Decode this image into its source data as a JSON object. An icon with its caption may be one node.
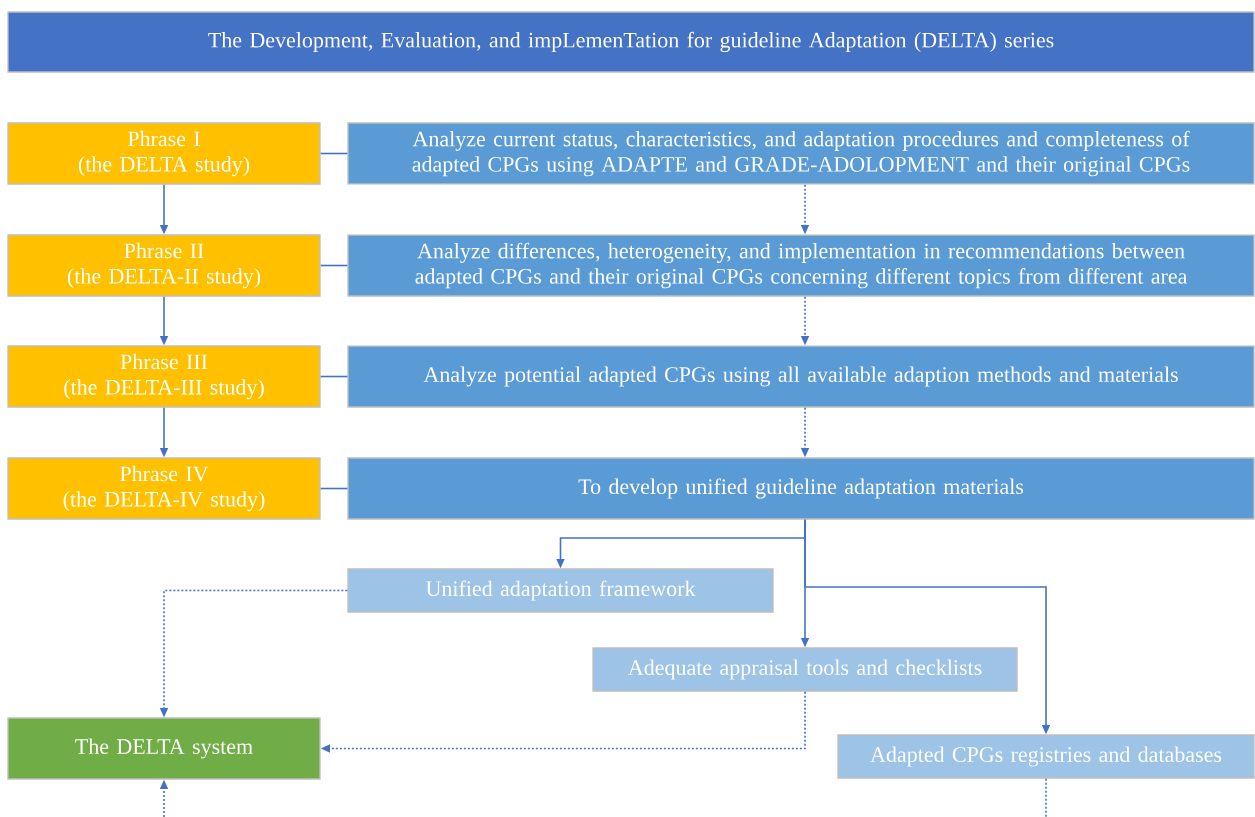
{
  "diagram": {
    "nodes": [
      {
        "text": [
          "The Development, Evaluation, and impLemenTation for guideline Adaptation (DELTA) series"
        ]
      },
      {
        "text": [
          "Phrase I",
          "(the DELTA study)"
        ]
      },
      {
        "text": [
          "Analyze current status, characteristics, and adaptation procedures and completeness of adapted CPGs using ADAPTE and GRADE-ADOLOPMENT and their original CPGs"
        ]
      },
      {
        "text": [
          "Phrase II",
          "(the DELTA-II study)"
        ]
      },
      {
        "text": [
          "Analyze differences, heterogeneity, and implementation in recommendations between adapted CPGs and their original CPGs concerning different topics from different area"
        ]
      },
      {
        "text": [
          "Phrase III",
          "(the DELTA-III study)"
        ]
      },
      {
        "text": [
          "Analyze potential adapted CPGs using all available adaption methods and materials"
        ]
      },
      {
        "text": [
          "Phrase IV",
          "(the DELTA-IV study)"
        ]
      },
      {
        "text": [
          "To develop unified guideline adaptation materials"
        ]
      },
      {
        "text": [
          "Unified adaptation framework"
        ]
      },
      {
        "text": [
          "Adequate appraisal tools and checklists"
        ]
      },
      {
        "text": [
          "The DELTA system"
        ]
      },
      {
        "text": [
          "Adapted CPGs registries and databases"
        ]
      }
    ],
    "edges": [
      {
        "from": 1,
        "to": 3,
        "arrow": "to"
      },
      {
        "from": 3,
        "to": 5,
        "arrow": "to"
      },
      {
        "from": 5,
        "to": 7,
        "arrow": "to"
      },
      {
        "from": 1,
        "to": 2,
        "arrow": "none"
      },
      {
        "from": 3,
        "to": 4,
        "arrow": "none"
      },
      {
        "from": 5,
        "to": 6,
        "arrow": "none"
      },
      {
        "from": 7,
        "to": 8,
        "arrow": "none"
      },
      {
        "from": 2,
        "to": 4,
        "arrow": "to",
        "style": "dashed"
      },
      {
        "from": 4,
        "to": 6,
        "arrow": "to",
        "style": "dashed"
      },
      {
        "from": 6,
        "to": 8,
        "arrow": "to",
        "style": "dashed"
      },
      {
        "from": 8,
        "to": 9,
        "arrow": "to"
      },
      {
        "from": 8,
        "to": 10,
        "arrow": "to"
      },
      {
        "from": 8,
        "to": 12,
        "arrow": "to"
      },
      {
        "from": 9,
        "to": 11,
        "arrow": "to",
        "style": "dashed"
      },
      {
        "from": 10,
        "to": 11,
        "arrow": "to",
        "style": "dashed"
      },
      {
        "from": null,
        "to": 11,
        "arrow": "to",
        "style": "dashed"
      },
      {
        "from": 12,
        "to": null,
        "arrow": "none",
        "style": "dashed"
      }
    ]
  }
}
